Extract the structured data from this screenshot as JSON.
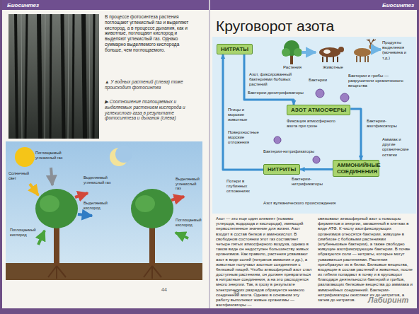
{
  "diagram": {
    "title": "Круговорот азота",
    "nodes": [
      {
        "text": [
          "НИТРАТЫ"
        ]
      },
      {
        "text": [
          "АЗОТ АТМОСФЕРЫ"
        ]
      },
      {
        "text": [
          "НИТРИТЫ"
        ]
      },
      {
        "text": [
          "АММОНИЙНЫЕ СОЕДИНЕНИЯ"
        ]
      }
    ],
    "edges": [
      {
        "from": 3,
        "to": 2,
        "arrow": "to"
      },
      {
        "from": 2,
        "to": 0,
        "arrow": "to"
      },
      {
        "from": 0,
        "to": 1,
        "arrow": "to"
      },
      {
        "from": 1,
        "to": 3,
        "arrow": "to"
      }
    ],
    "labels": [
      "Биосинтез",
      "Биосинтез",
      "В процессе фотосинтеза растения поглощают углекислый газ и выделяют кислород, а в процессе дыхания, как и животные, поглощают кислород и выделяют углекислый газ. Однако суммарно выделяемого кислорода больше, чем поглощаемого.",
      "▲ У водных растений (слева) тоже происходит фотосинтез",
      "▶ Соотношение поглощаемых и выделяемых растением кислорода и углекислого газа в результате фотосинтеза и дыхания (слева)",
      "Солнечный свет",
      "Поглощаемый углекислый газ",
      "Выделяемый углекислый газ",
      "Выделяемый кислород",
      "Поглощаемый кислород",
      "Выделяемый углекислый газ",
      "Поглощаемый кислород",
      "44",
      "Растения",
      "Животные",
      "Продукты выделения (мочевина и т.д.)",
      "Азот, фиксированный бактериями бобовых растений",
      "Бактерии",
      "Бактерии и грибы — разрушители органического вещества",
      "Бактерии-денитрификаторы",
      "Птицы и морские животные",
      "Фиксация атмосферного азота при грозе",
      "Бактерии-азотфиксаторы",
      "Поверхностные морские отложения",
      "Аммиак и другие органические остатки",
      "Бактерии-нитрификаторы",
      "Бактерии-нитрификаторы",
      "Потери в глубинных отложениях",
      "Азот вулканического происхождения",
      "Азот — это еще один элемент (помимо углерода, водорода и кислорода), имеющий первостепенное значение для жизни. Азот входит в состав белков и аминокислот. В свободном состоянии этот газ составляет четыре пятых атмосферного воздуха, однако в таком виде он недоступен большинству живых организмов. Как правило, растения усваивают азот в виде солей (нитратов аммония и др.), а животные получают азотные соединения с белковой пищей. Чтобы атмосферный азот стал доступным растениям, он должен превратиться в нитратные соединения, а на это расходуется много энергии. Так, в грозу в результате электрических разрядов образуется немного соединений азота. Однако в основном эту работу выполняют живые организмы — азотфиксаторы —",
      "связывают атмосферный азот с помощью ферментов и энергии, запасенной в клетках в виде АТФ. К числу азотфиксирующих организмов относятся бактерии, живущие в симбиозе с бобовыми растениями (клубеньковые бактерии), а также свободно живущие азотфиксирующие бактерии. В почве образуются соли — нитраты, которые могут усваиваться растениями. Растения преобразуют их в белки. Белковые вещества, входящие в состав растений и животных, после их гибели попадают в почву и в круговорот благодаря деятельности бактерий и грибов, разлагающих белковые вещества до аммиака и аммонийных соединений. Бактерии-нитрификаторы окисляют их до нитритов, а затем до нитратов.",
      "45",
      "Лабиринт"
    ]
  }
}
